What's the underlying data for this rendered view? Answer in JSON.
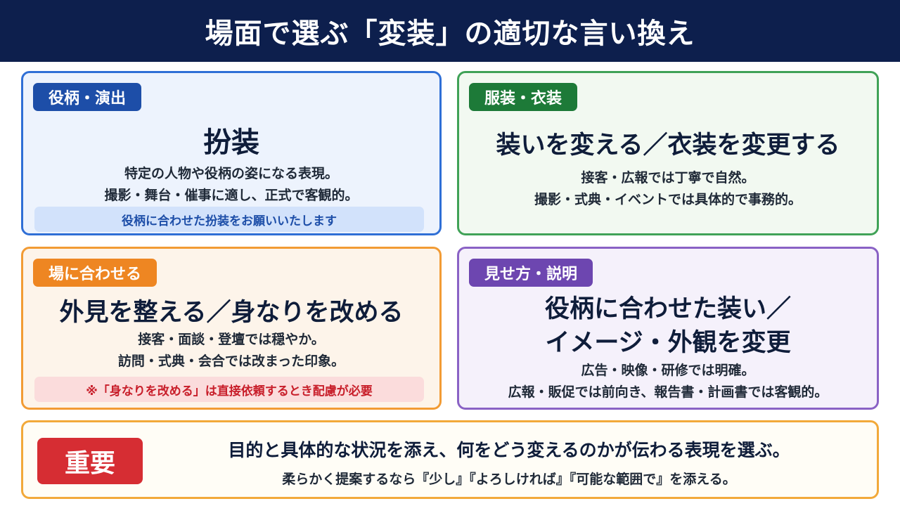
{
  "title": "場面で選ぶ「変装」の適切な言い換え",
  "colors": {
    "header_bg": "#0d1f4d",
    "blue_tag": "#1d4ea8",
    "green_tag": "#1d7a38",
    "orange_tag": "#ee8622",
    "purple_tag": "#6d46b0",
    "important_badge": "#d62d33"
  },
  "cards": {
    "role": {
      "tag": "役柄・演出",
      "headline": "扮装",
      "desc": [
        "特定の人物や役柄の姿になる表現。",
        "撮影・舞台・催事に適し、正式で客観的。"
      ],
      "note": "役柄に合わせた扮装をお願いいたします"
    },
    "costume": {
      "tag": "服装・衣装",
      "headline": "装いを変える／衣装を変更する",
      "desc": [
        "接客・広報では丁寧で自然。",
        "撮影・式典・イベントでは具体的で事務的。"
      ]
    },
    "occasion": {
      "tag": "場に合わせる",
      "headline": "外見を整える／身なりを改める",
      "desc": [
        "接客・面談・登壇では穏やか。",
        "訪問・式典・会合では改まった印象。"
      ],
      "note": "※「身なりを改める」は直接依頼するとき配慮が必要"
    },
    "presentation": {
      "tag": "見せ方・説明",
      "headline": [
        "役柄に合わせた装い／",
        "イメージ・外観を変更"
      ],
      "desc": [
        "広告・映像・研修では明確。",
        "広報・販促では前向き、報告書・計画書では客観的。"
      ]
    }
  },
  "important": {
    "badge": "重要",
    "main": "目的と具体的な状況を添え、何をどう変えるのかが伝わる表現を選ぶ。",
    "sub": "柔らかく提案するなら『少し』『よろしければ』『可能な範囲で』を添える。"
  }
}
